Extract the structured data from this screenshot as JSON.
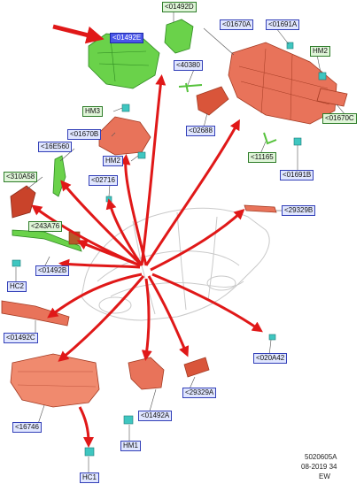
{
  "diagram": {
    "callouts": [
      {
        "id": "c01492D",
        "text": "<01492D",
        "style": "green"
      },
      {
        "id": "c01492E",
        "text": "<01492E",
        "style": "selected"
      },
      {
        "id": "c01670A",
        "text": "<01670A",
        "style": "blue"
      },
      {
        "id": "c01691A",
        "text": "<01691A",
        "style": "blue"
      },
      {
        "id": "cHM2a",
        "text": "HM2",
        "style": "green"
      },
      {
        "id": "c40380",
        "text": "<40380",
        "style": "blue"
      },
      {
        "id": "c01670C",
        "text": "<01670C",
        "style": "green"
      },
      {
        "id": "c02688",
        "text": "<02688",
        "style": "blue"
      },
      {
        "id": "cHM3",
        "text": "HM3",
        "style": "green"
      },
      {
        "id": "c01670B",
        "text": "<01670B",
        "style": "blue"
      },
      {
        "id": "c16E560",
        "text": "<16E560",
        "style": "blue"
      },
      {
        "id": "cHM2b",
        "text": "HM2",
        "style": "blue"
      },
      {
        "id": "c11165",
        "text": "<11165",
        "style": "green"
      },
      {
        "id": "c01691B",
        "text": "<01691B",
        "style": "blue"
      },
      {
        "id": "c310A58",
        "text": "<310A58",
        "style": "green"
      },
      {
        "id": "c02716",
        "text": "<02716",
        "style": "blue"
      },
      {
        "id": "c243A76",
        "text": "<243A76",
        "style": "green"
      },
      {
        "id": "c29329B",
        "text": "<29329B",
        "style": "blue"
      },
      {
        "id": "c01492B",
        "text": "<01492B",
        "style": "blue"
      },
      {
        "id": "cHC2",
        "text": "HC2",
        "style": "blue"
      },
      {
        "id": "c01492C",
        "text": "<01492C",
        "style": "blue"
      },
      {
        "id": "c020A42",
        "text": "<020A42",
        "style": "blue"
      },
      {
        "id": "c16746",
        "text": "<16746",
        "style": "blue"
      },
      {
        "id": "c01492A",
        "text": "<01492A",
        "style": "blue"
      },
      {
        "id": "c29329A",
        "text": "<29329A",
        "style": "blue"
      },
      {
        "id": "cHM1",
        "text": "HM1",
        "style": "blue"
      },
      {
        "id": "cHC1",
        "text": "HC1",
        "style": "blue"
      }
    ],
    "figure_code": "5020605A",
    "date_code": "08-2019 34",
    "author_code": "EW",
    "colors": {
      "arrow": "#e01818",
      "part_red": "#e8735a",
      "part_green": "#56c23c",
      "clip_teal": "#3fc6c0",
      "vehicle_line": "#c9c9c9"
    }
  }
}
